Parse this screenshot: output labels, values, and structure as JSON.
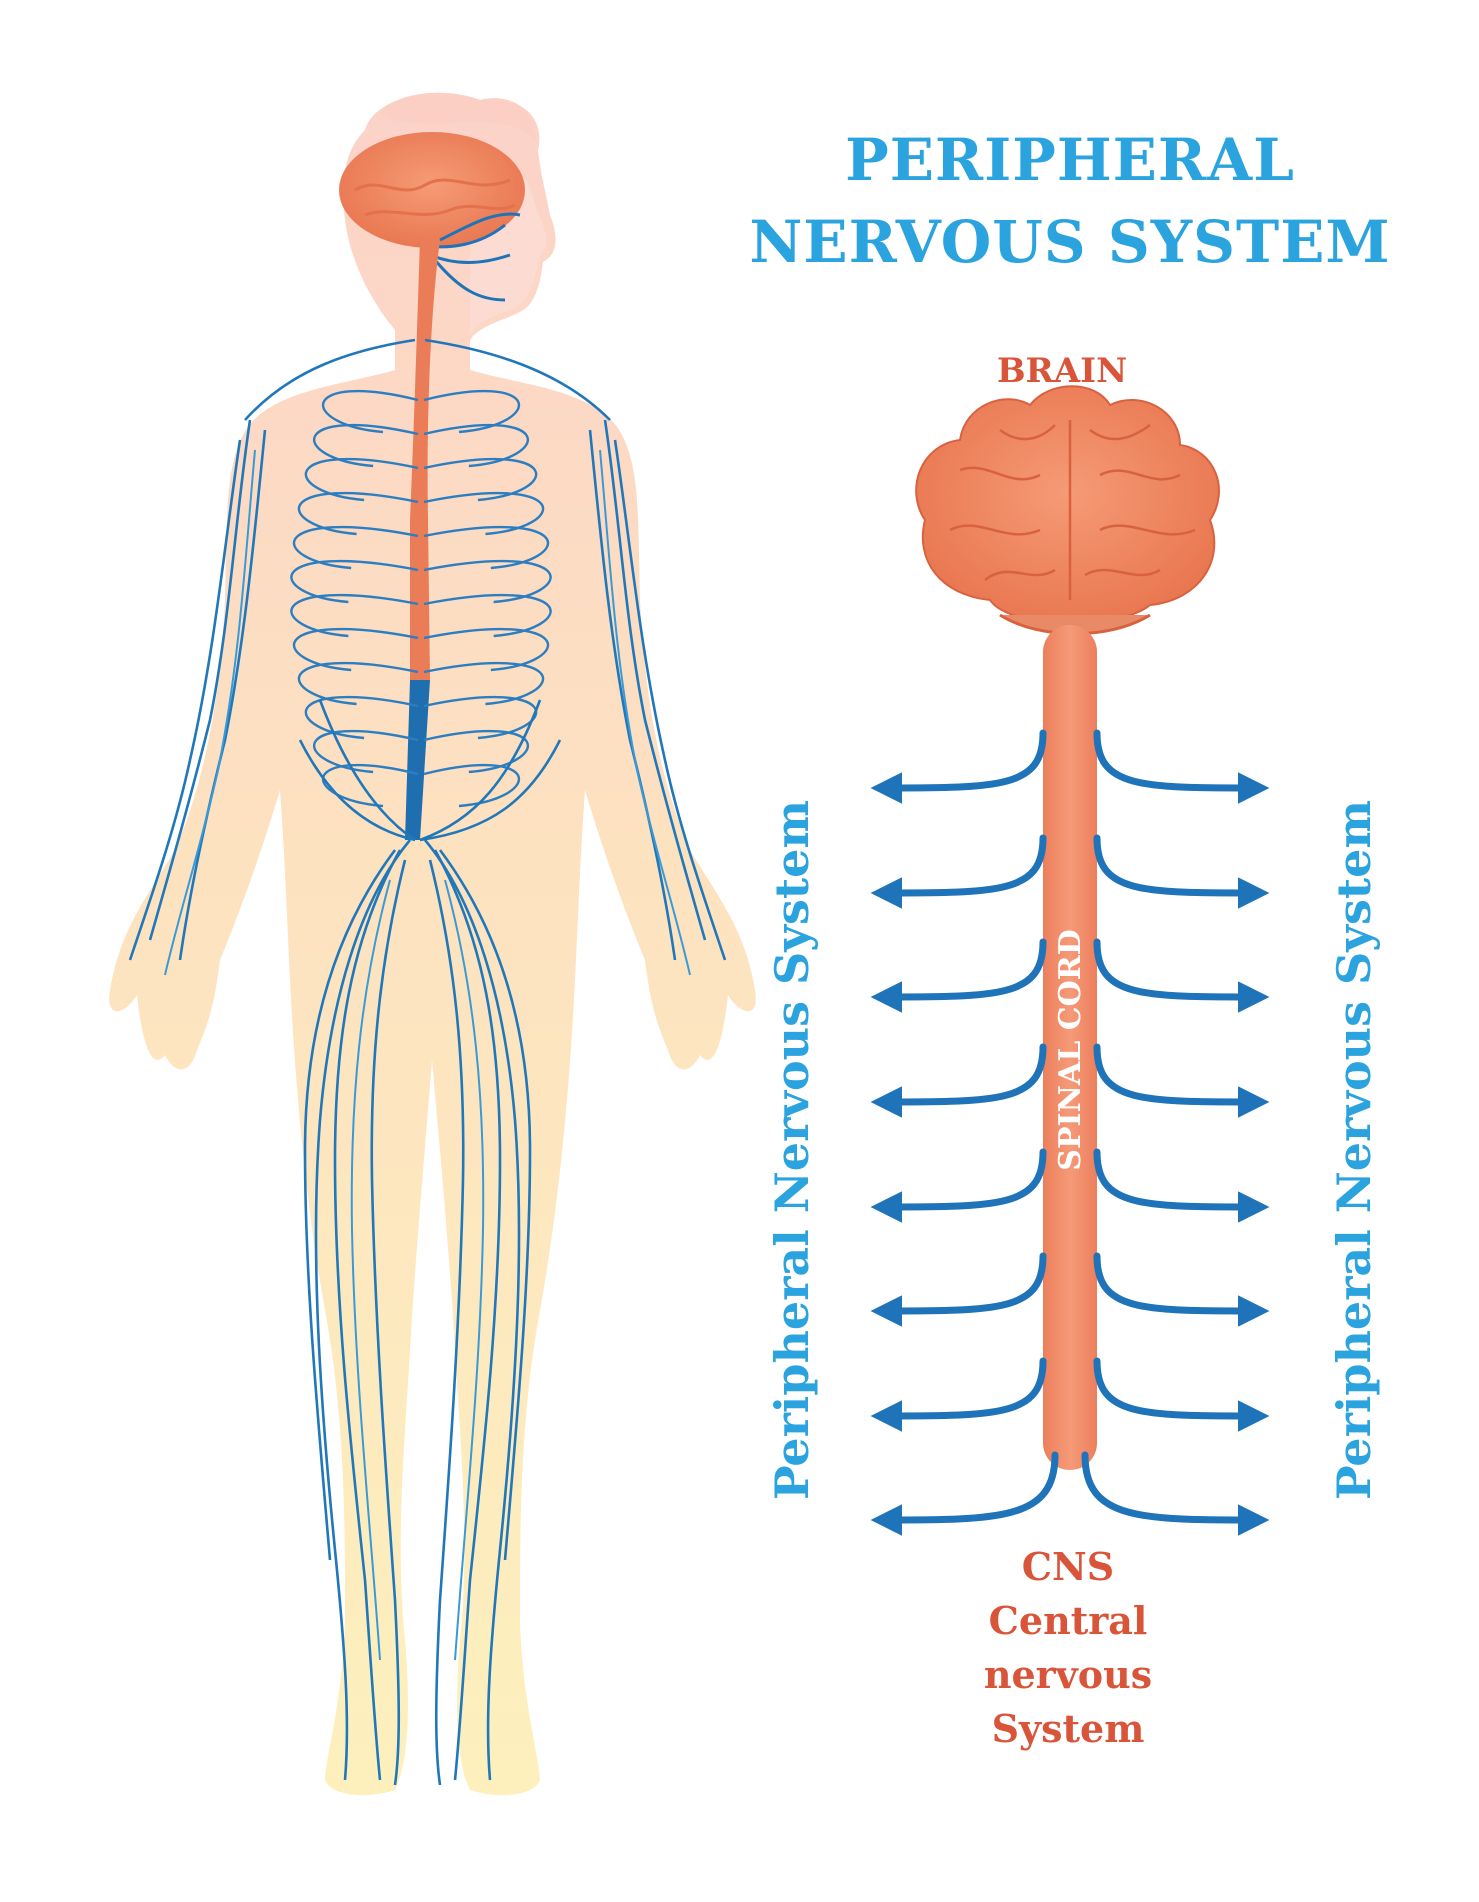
{
  "title": {
    "line1": "PERIPHERAL",
    "line2": "NERVOUS SYSTEM"
  },
  "labels": {
    "brain": "BRAIN",
    "spinal_cord": "SPINAL CORD",
    "pns_left": "Peripheral Nervous System",
    "pns_right": "Peripheral Nervous System",
    "cns_line1": "CNS",
    "cns_line2": "Central",
    "cns_line3": "nervous",
    "cns_line4": "System"
  },
  "colors": {
    "title_blue": "#2aa3de",
    "label_red": "#d9553a",
    "nerve_blue": "#1f73b8",
    "nerve_light": "#3a9ad6",
    "cord_orange": "#f08d6a",
    "brain_orange": "#ef8862",
    "brain_dark": "#d8623f",
    "skin_top": "#fbd3c9",
    "skin_bottom": "#fdeebb"
  },
  "icons": {
    "arrows": "double-headed-arrow"
  }
}
